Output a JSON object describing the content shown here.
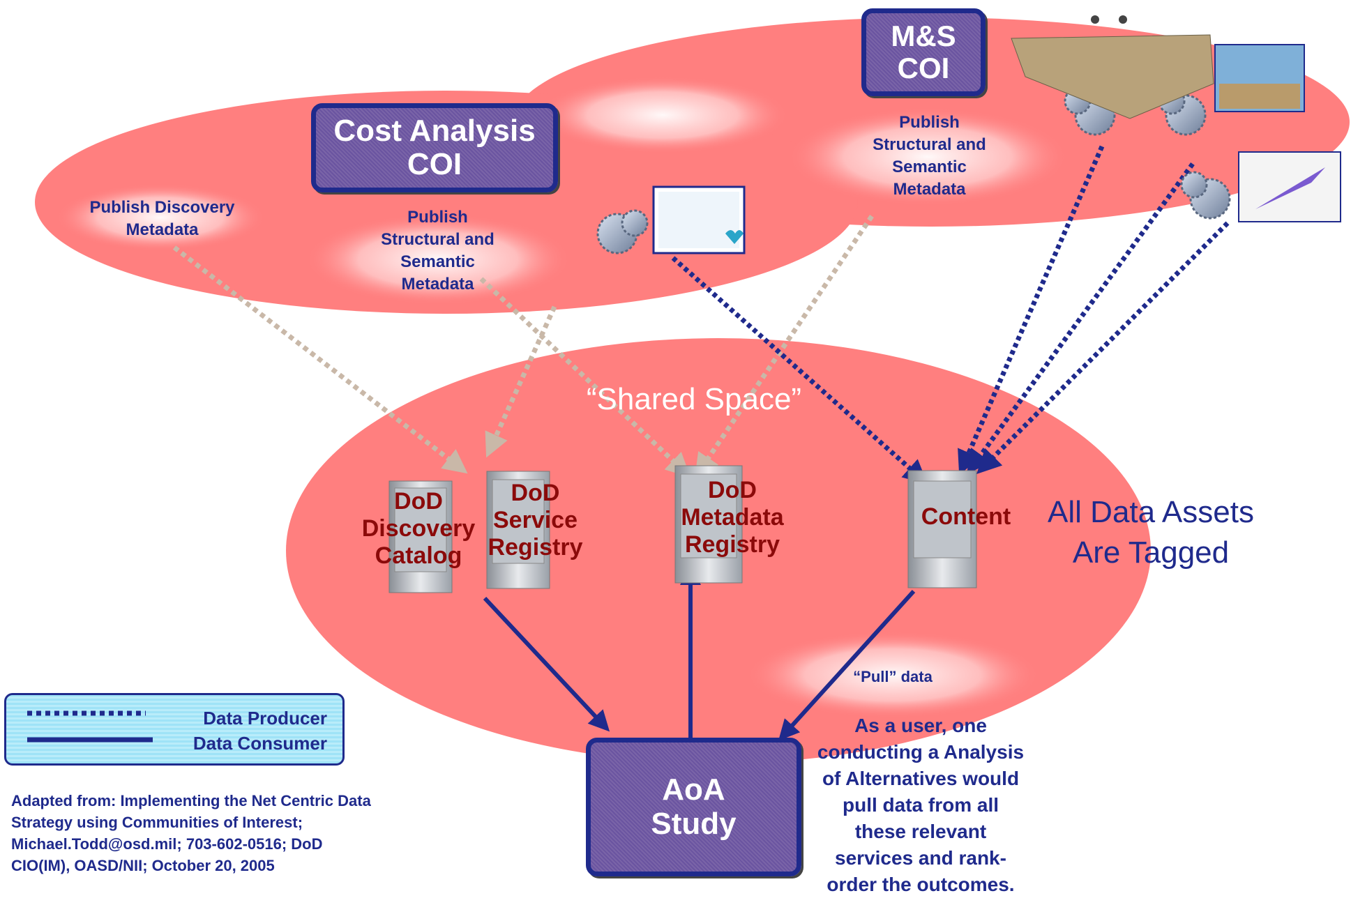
{
  "coi": {
    "cost_analysis_line1": "Cost Analysis",
    "cost_analysis_line2": "COI",
    "ms_line1": "M&S",
    "ms_line2": "COI"
  },
  "labels": {
    "publish_discovery": [
      "Publish Discovery",
      "Metadata"
    ],
    "publish_structural_cost": [
      "Publish",
      "Structural and",
      "Semantic",
      "Metadata"
    ],
    "publish_structural_ms": [
      "Publish",
      "Structural and",
      "Semantic",
      "Metadata"
    ],
    "shared_space": "“Shared Space”",
    "all_data_assets": [
      "All Data Assets",
      "Are Tagged"
    ],
    "pull_data": "“Pull” data"
  },
  "servers": {
    "discovery": [
      "DoD",
      "Discovery",
      "Catalog"
    ],
    "service": [
      "DoD",
      "Service",
      "Registry"
    ],
    "metadata": [
      "DoD",
      "Metadata",
      "Registry"
    ],
    "content": "Content"
  },
  "aoa": [
    "AoA",
    "Study"
  ],
  "user_note": [
    "As a user, one",
    "conducting a Analysis",
    "of Alternatives would",
    "pull data from all",
    "these relevant",
    "services and rank-",
    "order the outcomes."
  ],
  "legend": {
    "producer": "Data Producer",
    "consumer": "Data Consumer"
  },
  "source": [
    "Adapted from: Implementing the Net Centric Data",
    "Strategy using Communities of Interest;",
    "Michael.Todd@osd.mil; 703-602-0516; DoD",
    "CIO(IM), OASD/NII; October 20, 2005"
  ],
  "colors": {
    "ellipse": "#ff7f7f",
    "navy": "#1f2a8c",
    "producer_dots": "#1f2a8c",
    "metadata_dots": "#c9b8a8",
    "server_label": "#8b0a0a"
  },
  "icons": [
    "gear-icon",
    "server-icon",
    "terrain-image",
    "thumbnail-image"
  ]
}
